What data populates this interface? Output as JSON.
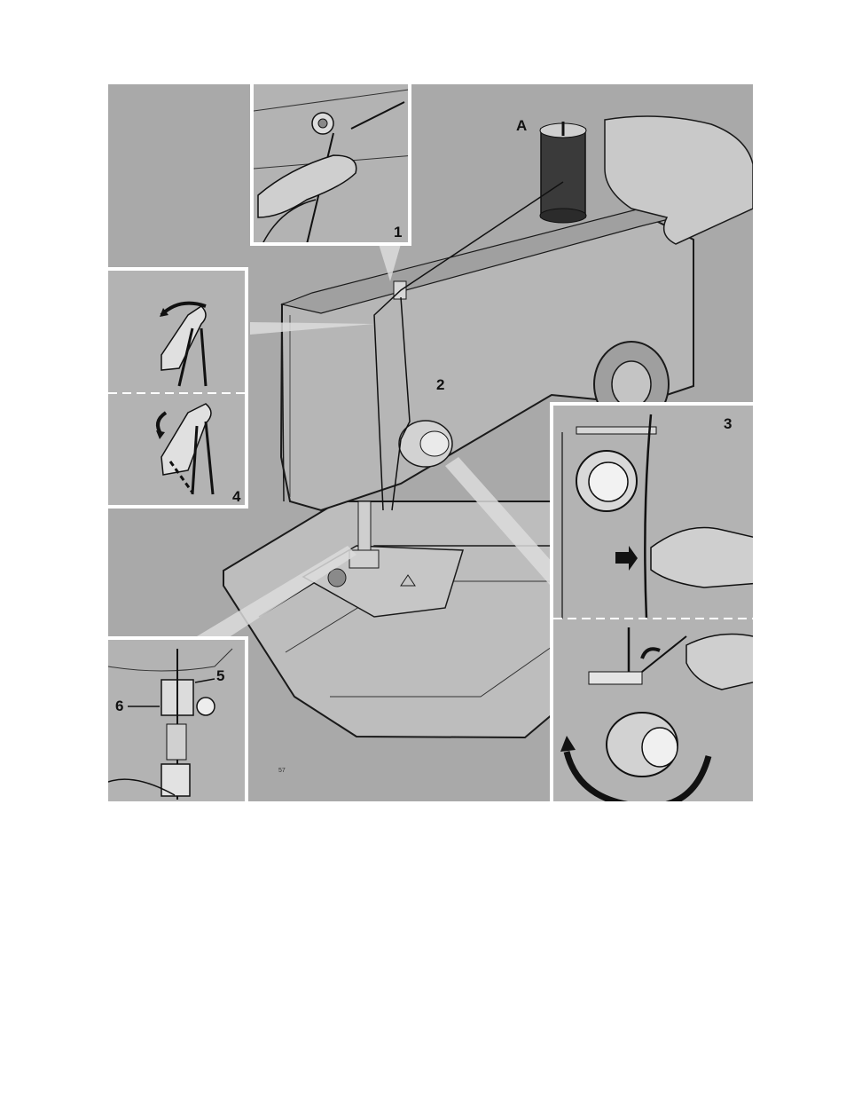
{
  "figure": {
    "labels": {
      "spool_pin": "A",
      "step1": "1",
      "step2": "2",
      "step3": "3",
      "step4": "4",
      "step5": "5",
      "step6": "6"
    },
    "print_mark": "57"
  },
  "colors": {
    "background": "#a9a9a9",
    "inset_background": "#b3b3b3",
    "machine_body": "#b8b8b8",
    "outline": "#1a1a1a",
    "inset_border": "#ffffff"
  }
}
